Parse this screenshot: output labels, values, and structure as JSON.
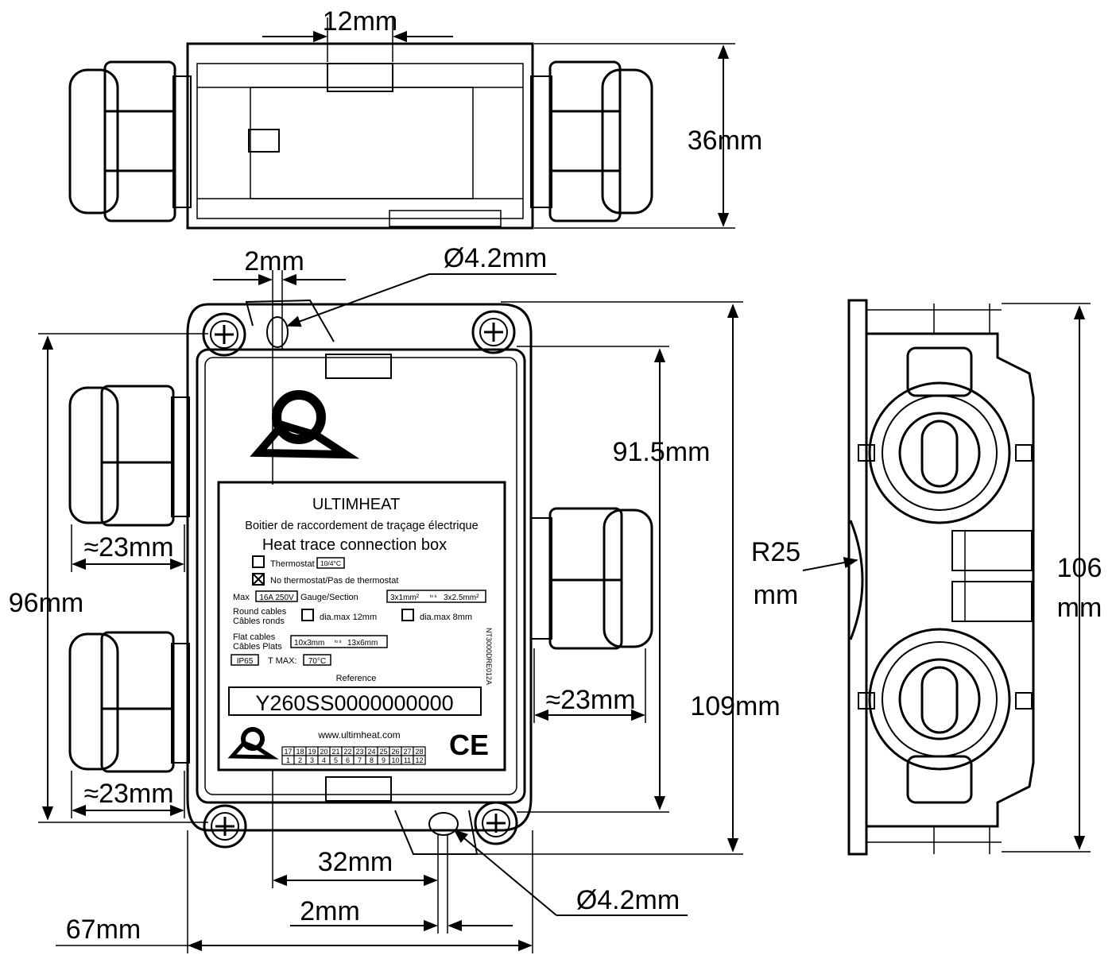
{
  "dimensions": {
    "top_slot_width": "12mm",
    "top_height": "36mm",
    "hole_offset_top": "2mm",
    "hole_diameter_top": "Ø4.2mm",
    "inner_height": "91.5mm",
    "outer_height": "109mm",
    "side_height": "96mm",
    "gland_left_top": "≈23mm",
    "gland_left_bottom": "≈23mm",
    "gland_right": "≈23mm",
    "hole_spacing": "32mm",
    "hole_offset_bottom": "2mm",
    "body_width": "67mm",
    "hole_diameter_bottom": "Ø4.2mm",
    "radius_value": "R25",
    "radius_unit": "mm",
    "side_view_height_value": "106",
    "side_view_height_unit": "mm"
  },
  "label": {
    "brand": "ULTIMHEAT",
    "title_fr": "Boitier de raccordement de traçage électrique",
    "title_en": "Heat trace connection box",
    "thermostat_label": "Thermostat",
    "thermostat_value": "10/4°C",
    "no_thermostat_label": "No thermostat/Pas de thermostat",
    "max_label": "Max",
    "max_value": "16A 250V",
    "gauge_label": "Gauge/Section",
    "gauge_value_from": "3x1mm²",
    "gauge_to": "to à",
    "gauge_value_to": "3x2.5mm²",
    "round_cables_en": "Round cables",
    "round_cables_fr": "Câbles ronds",
    "dia_max_12": "dia.max 12mm",
    "dia_max_8": "dia.max 8mm",
    "flat_cables_en": "Flat cables",
    "flat_cables_fr": "Câbles Plats",
    "flat_value_from": "10x3mm",
    "flat_to": "to à",
    "flat_value_to": "13x6mm",
    "ip_rating": "IP65",
    "tmax_label": "T MAX:",
    "tmax_value": "70°C",
    "reference_label": "Reference",
    "reference_value": "Y260SS0000000000",
    "website": "www.ultimheat.com",
    "ce_mark": "CE",
    "side_code": "NT3000DRE012A",
    "terminals_top": [
      "17",
      "18",
      "19",
      "20",
      "21",
      "22",
      "23",
      "24",
      "25",
      "26",
      "27",
      "28"
    ],
    "terminals_bottom": [
      "1",
      "2",
      "3",
      "4",
      "5",
      "6",
      "7",
      "8",
      "9",
      "10",
      "11",
      "12"
    ]
  }
}
